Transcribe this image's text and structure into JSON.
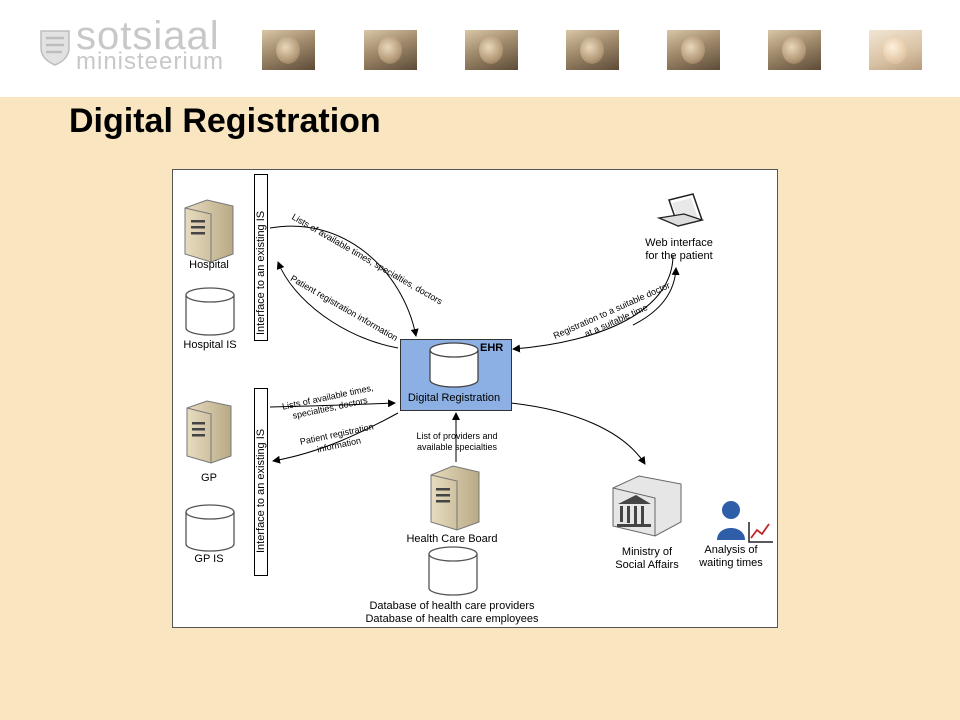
{
  "header": {
    "logo_line1": "sotsiaal",
    "logo_line2": "ministeerium",
    "photo_count": 7
  },
  "title": "Digital Registration",
  "colors": {
    "background": "#f9e5c0",
    "header": "#ffffff",
    "ehr_box": "#8db0e4",
    "title": "#000000"
  },
  "diagram": {
    "hospital": "Hospital",
    "hospital_is": "Hospital IS",
    "gp": "GP",
    "gp_is": "GP IS",
    "interface_top": "Interface to an existing IS",
    "interface_bottom": "Interface to an existing IS",
    "hospital_lists": "Lists of available times, specialties, doctors",
    "hospital_patient_info": "Patient registration information",
    "gp_lists_line1": "Lists of available times,",
    "gp_lists_line2": "specialties, doctors",
    "gp_patient_line1": "Patient registration",
    "gp_patient_line2": "information",
    "ehr": "EHR",
    "digital_registration": "Digital Registration",
    "web_line1": "Web interface",
    "web_line2": "for the patient",
    "registration_line1": "Registration to a suitable doctor",
    "registration_line2": "at a suitable time",
    "providers_line1": "List of providers and",
    "providers_line2": "available specialties",
    "health_care_board": "Health Care Board",
    "db_line1": "Database of health care providers",
    "db_line2": "Database of health care employees",
    "ministry_line1": "Ministry of",
    "ministry_line2": "Social Affairs",
    "analysis_line1": "Analysis of",
    "analysis_line2": "waiting times"
  }
}
